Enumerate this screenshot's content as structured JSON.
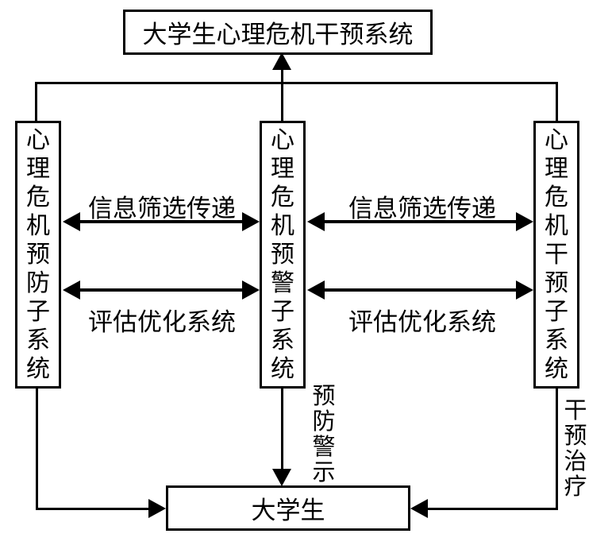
{
  "diagram": {
    "background_color": "#ffffff",
    "line_color": "#000000",
    "title_box": {
      "label": "大学生心理危机干预系统"
    },
    "subsystem_boxes": [
      {
        "id": "prevention",
        "label": "心理危机预防子系统"
      },
      {
        "id": "warning",
        "label": "心理危机预警子系统"
      },
      {
        "id": "intervention",
        "label": "心理危机干预子系统"
      }
    ],
    "student_box": {
      "label": "大学生"
    },
    "edge_labels": {
      "info_transfer_left": "信息筛选传递",
      "info_transfer_right": "信息筛选传递",
      "evaluation_left": "评估优化系统",
      "evaluation_right": "评估优化系统",
      "prevention_warning": "预防警示",
      "intervention_treatment": "干预治疗"
    }
  }
}
